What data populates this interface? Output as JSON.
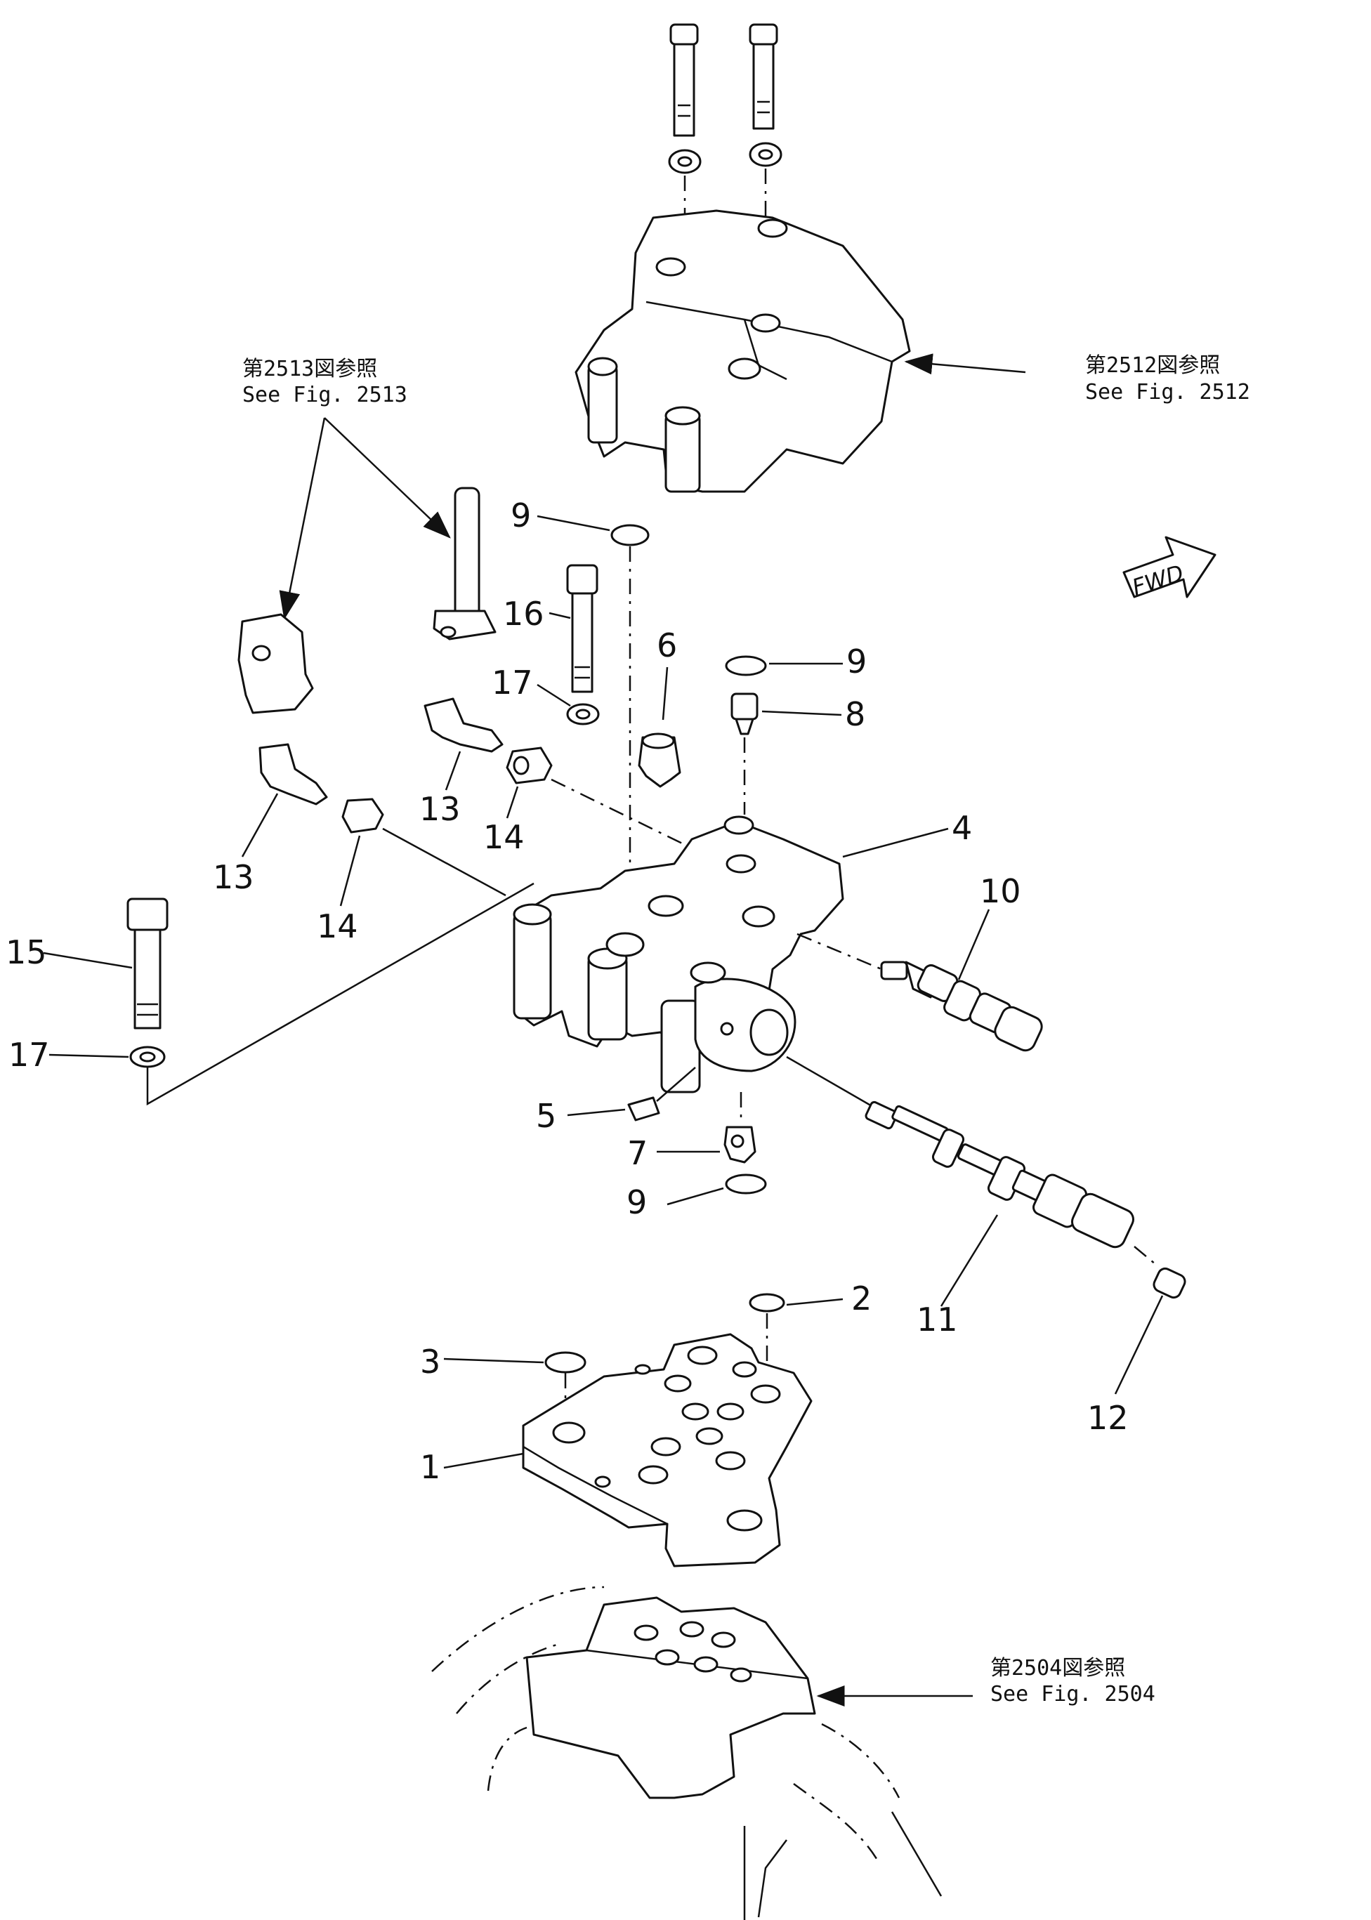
{
  "references": {
    "fig2513": {
      "jp": "第2513図参照",
      "en": "See  Fig.  2513"
    },
    "fig2512": {
      "jp": "第2512図参照",
      "en": "See  Fig.  2512"
    },
    "fig2504": {
      "jp": "第2504図参照",
      "en": "See  Fig.  2504"
    }
  },
  "fwd_label": "FWD",
  "callouts": {
    "c1": "1",
    "c2": "2",
    "c3": "3",
    "c4": "4",
    "c5": "5",
    "c6": "6",
    "c7": "7",
    "c8": "8",
    "c9a": "9",
    "c9b": "9",
    "c9c": "9",
    "c10": "10",
    "c11": "11",
    "c12": "12",
    "c13a": "13",
    "c13b": "13",
    "c14a": "14",
    "c14b": "14",
    "c15": "15",
    "c16": "16",
    "c17a": "17",
    "c17b": "17"
  }
}
